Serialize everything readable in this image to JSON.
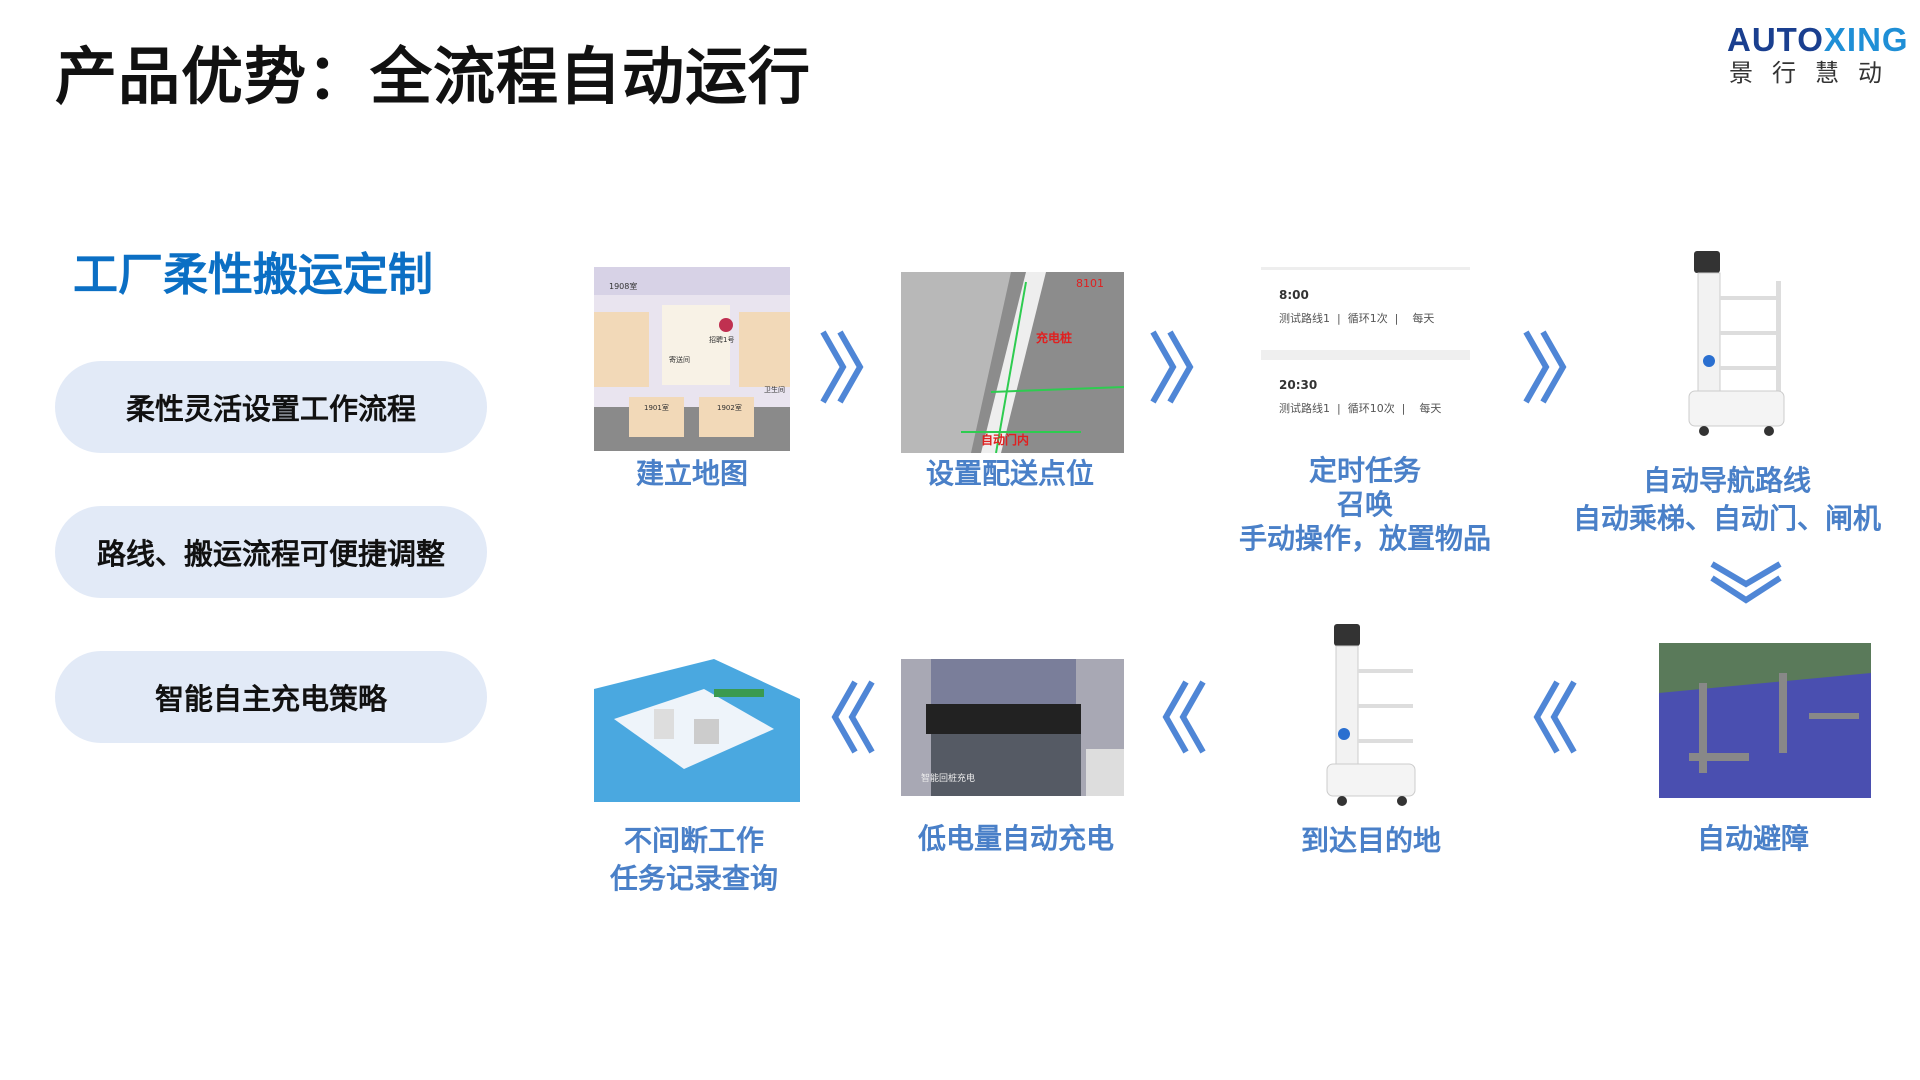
{
  "title": "产品优势：全流程自动运行",
  "logo": {
    "en_dark": "AUTO",
    "en_light": "XING",
    "cn": "景行慧动"
  },
  "subtitle": "工厂柔性搬运定制",
  "features": [
    "柔性灵活设置工作流程",
    "路线、搬运流程可便捷调整",
    "智能自主充电策略"
  ],
  "map": {
    "labels": [
      "1908室",
      "招聘1号",
      "寄送间",
      "1901室",
      "1902室",
      "卫生间"
    ]
  },
  "delivery_map": {
    "labels": [
      "8101",
      "充电桩",
      "自动门内"
    ]
  },
  "schedule": [
    {
      "time": "8:00",
      "detail": "测试路线1  |  循环1次  |    每天"
    },
    {
      "time": "20:30",
      "detail": "测试路线1  |  循环10次  |    每天"
    }
  ],
  "charging_caption": "智能回桩充电",
  "steps": {
    "s1": "建立地图",
    "s2": "设置配送点位",
    "s3": [
      "定时任务",
      "召唤",
      "手动操作，放置物品"
    ],
    "s4": [
      "自动导航路线",
      "自动乘梯、自动门、闸机"
    ],
    "s5": "自动避障",
    "s6": "到达目的地",
    "s7": "低电量自动充电",
    "s8": [
      "不间断工作",
      "任务记录查询"
    ]
  },
  "colors": {
    "accent": "#0b6fc4",
    "label": "#4a80c8",
    "pill": "#e2eaf7",
    "arrow": "#4f86d6"
  }
}
